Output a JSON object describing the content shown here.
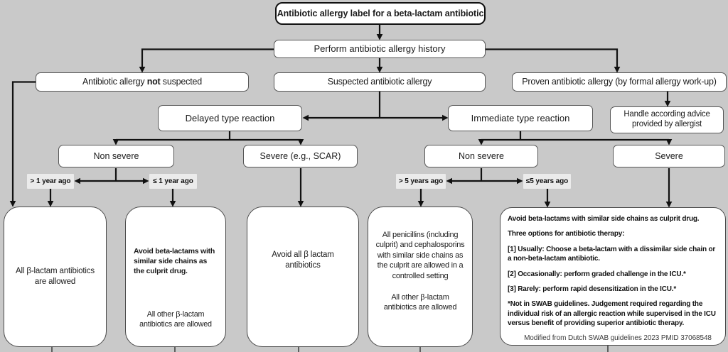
{
  "diagram_title": "Antibiotic allergy label for a beta-lactam antibiotic",
  "colors": {
    "background": "#c9c9c9",
    "box_fill": "#ffffff",
    "box_border": "#565656",
    "line": "#111111",
    "time_label_bg": "#ebebeb"
  },
  "nodes": {
    "root": "Antibiotic allergy label for a beta-lactam antibiotic",
    "history": "Perform  antibiotic allergy history",
    "not_suspected": {
      "prefix": "Antibiotic allergy ",
      "bold": "not",
      "suffix": " suspected"
    },
    "suspected": "Suspected antibiotic allergy",
    "proven": "Proven antibiotic allergy (by formal allergy work-up)",
    "delayed": "Delayed type reaction",
    "immediate": "Immediate type reaction",
    "handle_allergist": "Handle according advice provided by allergist",
    "delayed_non_severe": "Non severe",
    "delayed_severe": "Severe (e.g., SCAR)",
    "immediate_non_severe": "Non severe",
    "immediate_severe": "Severe",
    "gt_1_year": "> 1 year ago",
    "le_1_year": "≤ 1 year ago",
    "gt_5_years": "> 5 years ago",
    "le_5_years": "≤5 years ago"
  },
  "outcomes": {
    "all_allowed": "All β-lactam antibiotics are allowed",
    "avoid_similar": {
      "main": "Avoid beta-lactams with similar side chains as the culprit drug.",
      "secondary": "All other β-lactam antibiotics are allowed"
    },
    "avoid_all": "Avoid all β lactam antibiotics",
    "controlled": {
      "main": "All penicillins (including culprit) and cephalosporins with similar side chains as the culprit are allowed in a controlled setting",
      "secondary": "All other β-lactam antibiotics are allowed"
    },
    "severe_immediate": {
      "paragraphs": [
        "Avoid beta-lactams with similar side chains as culprit drug.",
        "Three options for antibiotic therapy:",
        "[1] Usually: Choose a beta-lactam with a dissimilar side chain or a non-beta-lactam antibiotic.",
        "[2] Occasionally: perform graded challenge in the ICU.*",
        "[3] Rarely: perform rapid desensitization in the ICU.*",
        "*Not in SWAB guidelines. Judgement required regarding the individual risk of an allergic reaction while supervised in the ICU versus benefit of providing superior antibiotic therapy."
      ],
      "source": "Modified from Dutch SWAB guidelines 2023 PMID 37068548"
    }
  }
}
